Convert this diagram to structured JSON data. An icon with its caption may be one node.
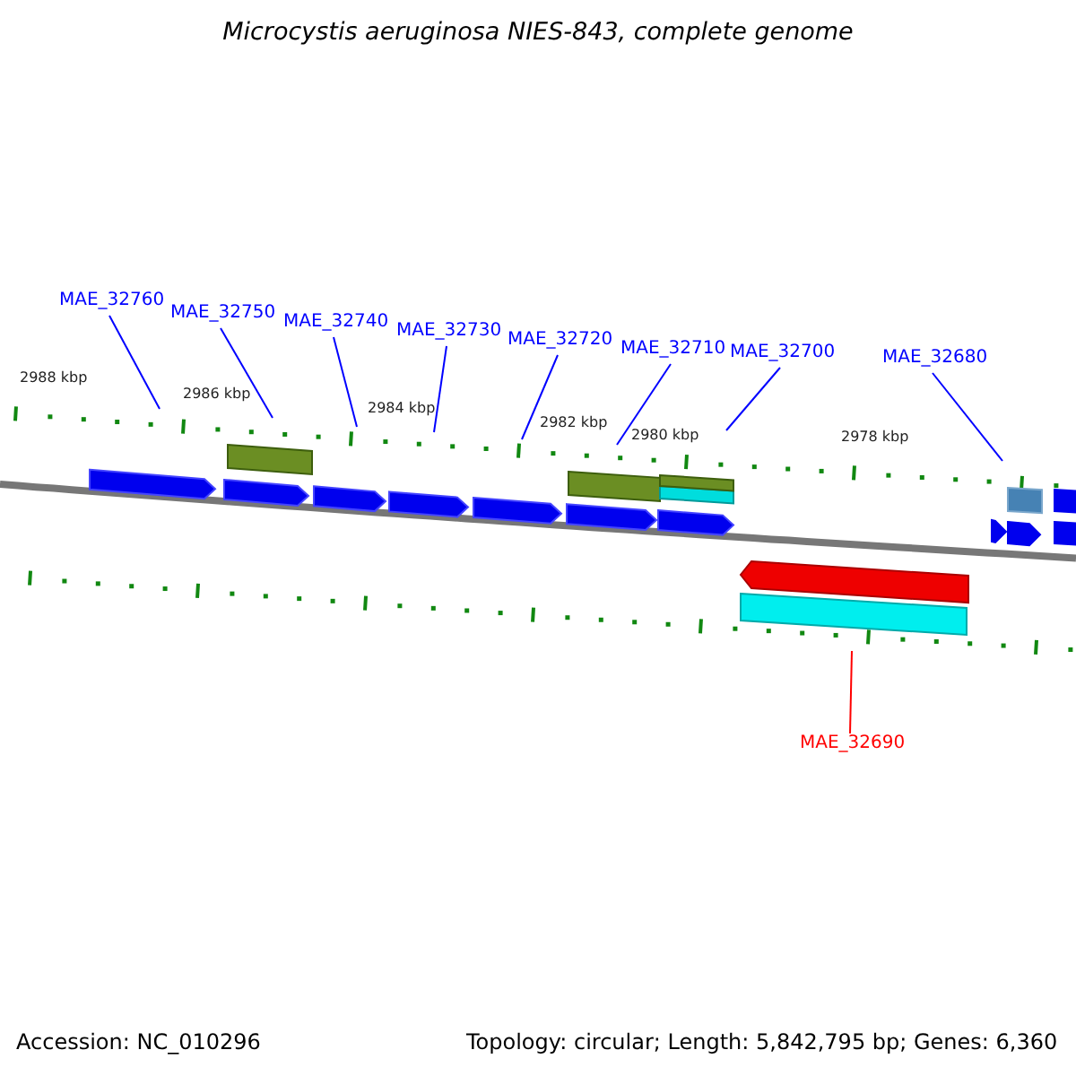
{
  "diagram": {
    "title": "Microcystis aeruginosa NIES-843, complete genome",
    "nodes": [
      {
        "text": [
          "MAE_32760"
        ]
      },
      {
        "text": [
          "MAE_32750"
        ]
      },
      {
        "text": [
          "MAE_32740"
        ]
      },
      {
        "text": [
          "MAE_32730"
        ]
      },
      {
        "text": [
          "MAE_32720"
        ]
      },
      {
        "text": [
          "MAE_32710"
        ]
      },
      {
        "text": [
          "MAE_32700"
        ]
      },
      {
        "text": [
          "MAE_32680"
        ]
      },
      {
        "text": [
          "MAE_32690"
        ]
      }
    ],
    "edges": [
      {
        "from": 0,
        "to": null,
        "arrow": "none"
      },
      {
        "from": 1,
        "to": null,
        "arrow": "none"
      },
      {
        "from": 2,
        "to": null,
        "arrow": "none"
      },
      {
        "from": 3,
        "to": null,
        "arrow": "none"
      },
      {
        "from": 4,
        "to": null,
        "arrow": "none"
      },
      {
        "from": 5,
        "to": null,
        "arrow": "none"
      },
      {
        "from": 6,
        "to": null,
        "arrow": "none"
      },
      {
        "from": 7,
        "to": null,
        "arrow": "none"
      },
      {
        "from": 8,
        "to": null,
        "arrow": "none",
        "color": "#ff0000"
      }
    ],
    "labels": [
      "2988 kbp",
      "2986 kbp",
      "2984 kbp",
      "2982 kbp",
      "2980 kbp",
      "2978 kbp",
      "Accession: NC_010296",
      "Topology: circular; Length: 5,842,795 bp; Genes: 6,360"
    ]
  }
}
